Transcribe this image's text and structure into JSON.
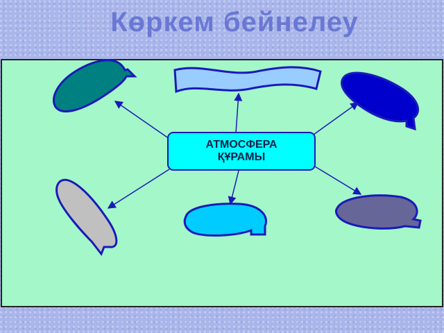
{
  "title": "Көркем бейнелеу",
  "center_node": {
    "line1": "АТМОСФЕРА",
    "line2": "ҚҰРАМЫ"
  },
  "colors": {
    "panel": "#a3f7c8",
    "center_fill": "#00ffff",
    "outline": "#1a1ab8",
    "bubble_teal": "#008080",
    "bubble_banner": "#99ccff",
    "bubble_navy": "#0000cc",
    "bubble_gray": "#c0c0c0",
    "bubble_sky": "#00ccff",
    "bubble_slate": "#666699"
  }
}
